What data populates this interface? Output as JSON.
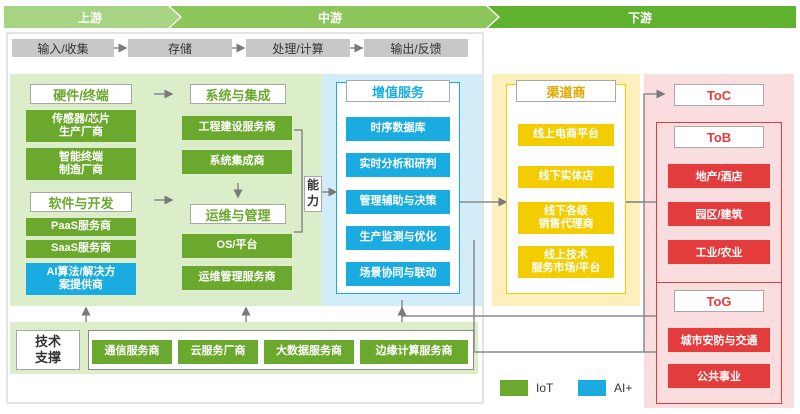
{
  "stages": {
    "upstream": "上游",
    "midstream": "中游",
    "downstream": "下游"
  },
  "process": [
    "输入/收集",
    "存储",
    "处理/计算",
    "输出/反馈"
  ],
  "hardware": {
    "title": "硬件/终端",
    "items": [
      "传感器/芯片\n生产厂商",
      "智能终端\n制造厂商"
    ]
  },
  "software": {
    "title": "软件与开发",
    "items": [
      "PaaS服务商",
      "SaaS服务商"
    ],
    "ai_item": "AI算法/解决方\n案提供商"
  },
  "system_integration": {
    "title": "系统与集成",
    "items": [
      "工程建设服务商",
      "系统集成商"
    ]
  },
  "operations": {
    "title": "运维与管理",
    "items": [
      "OS/平台",
      "运维管理服务商"
    ]
  },
  "capability": "能\n力",
  "value_added": {
    "title": "增值服务",
    "items": [
      "时序数据库",
      "实时分析和研判",
      "管理辅助与决策",
      "生产监测与优化",
      "场景协同与联动"
    ]
  },
  "channel": {
    "title": "渠道商",
    "items": [
      "线上电商平台",
      "线下实体店",
      "线下各级\n销售代理商",
      "线上技术\n服务市场/平台"
    ]
  },
  "toc": {
    "title": "ToC"
  },
  "tob": {
    "title": "ToB",
    "items": [
      "地产/酒店",
      "园区/建筑",
      "工业/农业"
    ]
  },
  "tog": {
    "title": "ToG",
    "items": [
      "城市安防与交通",
      "公共事业"
    ]
  },
  "tech_support": {
    "title": "技术\n支撑",
    "items": [
      "通信服务商",
      "云服务厂商",
      "大数据服务商",
      "边缘计算服务商"
    ]
  },
  "legend": [
    {
      "label": "IoT",
      "color": "#6aa82e"
    },
    {
      "label": "AI+",
      "color": "#1aace0"
    }
  ],
  "colors": {
    "green": "#6aa82e",
    "blue": "#1aace0",
    "yellow": "#f4cd00",
    "red": "#e43c3c"
  }
}
